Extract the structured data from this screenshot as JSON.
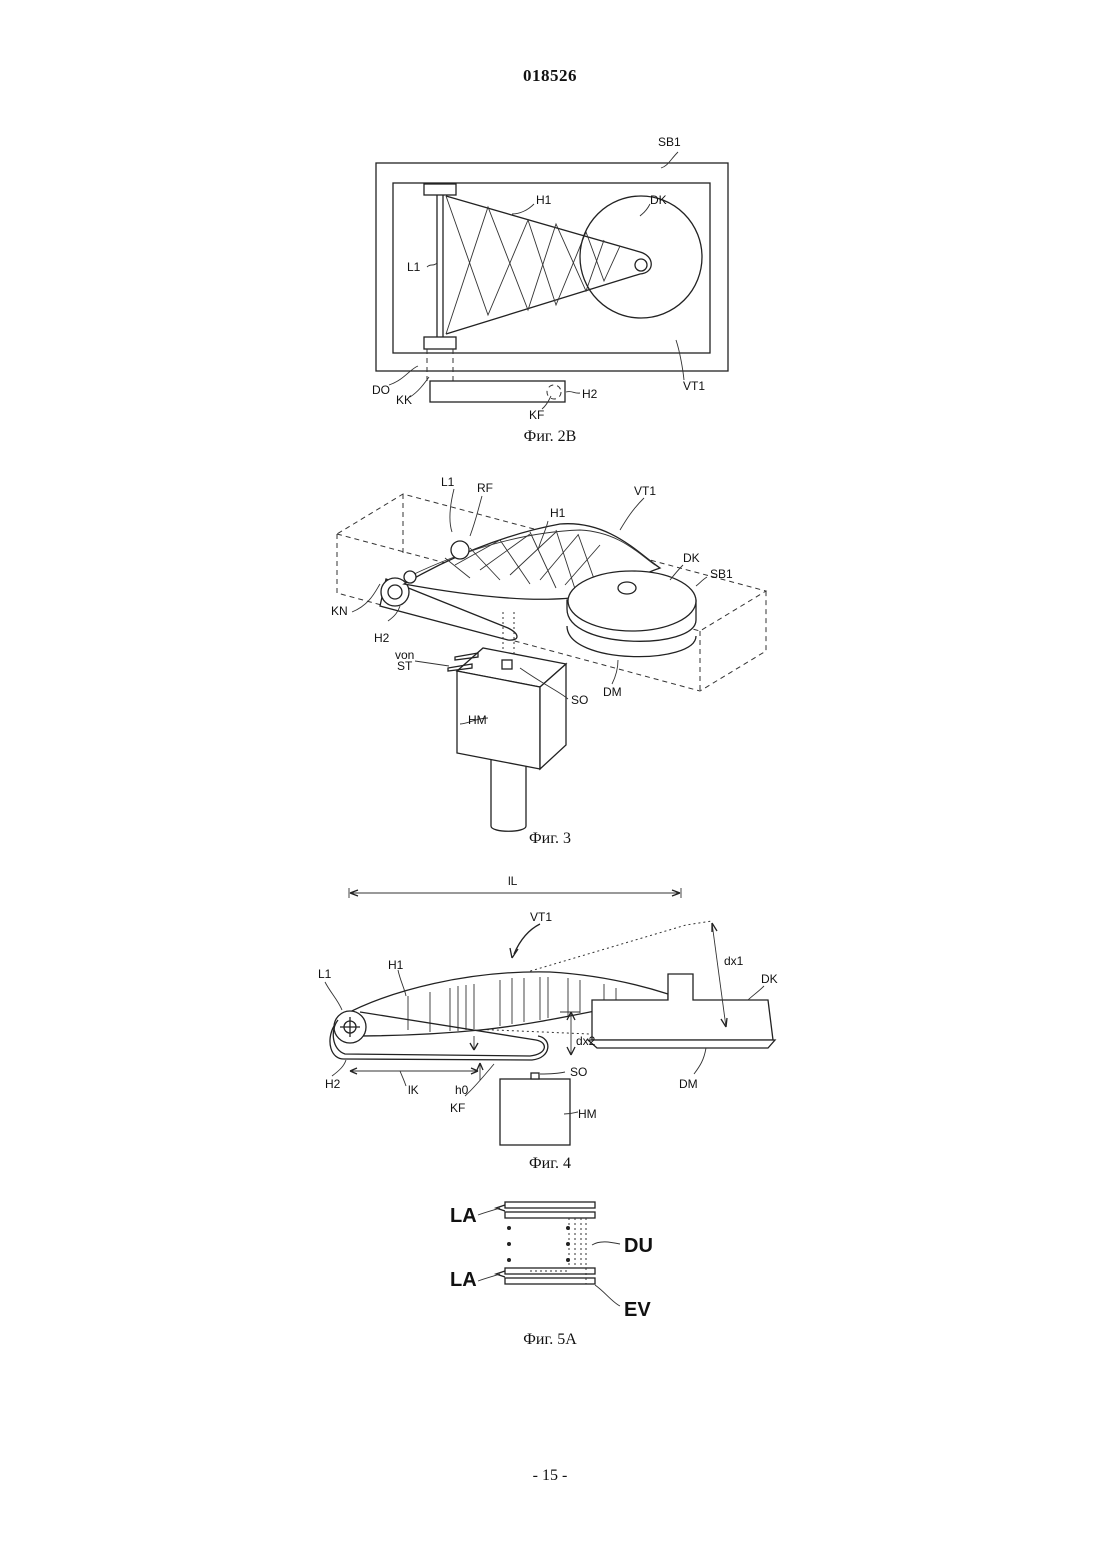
{
  "document_number": "018526",
  "page_number": "- 15 -",
  "figures": [
    {
      "caption": "Фиг. 2B",
      "labels": {
        "sb1": "SB1",
        "h1": "H1",
        "dk": "DK",
        "l1": "L1",
        "do": "DO",
        "kk": "KK",
        "kf": "KF",
        "h2": "H2",
        "vt1": "VT1"
      }
    },
    {
      "caption": "Фиг. 3",
      "labels": {
        "l1": "L1",
        "rf": "RF",
        "vt1": "VT1",
        "h1": "H1",
        "dk": "DK",
        "sb1": "SB1",
        "kn": "KN",
        "h2": "H2",
        "von": "von",
        "st": "ST",
        "so": "SO",
        "dm": "DM",
        "hm": "HM"
      }
    },
    {
      "caption": "Фиг. 4",
      "labels": {
        "il": "lL",
        "vt1": "VT1",
        "dx1": "dx1",
        "l1": "L1",
        "h1": "H1",
        "dk": "DK",
        "dx2": "dx2",
        "h2": "H2",
        "lk": "lK",
        "h0": "h0",
        "kf": "KF",
        "so": "SO",
        "dm": "DM",
        "hm": "HM"
      }
    },
    {
      "caption": "Фиг. 5A",
      "labels": {
        "la_top": "LA",
        "du": "DU",
        "la_bottom": "LA",
        "ev": "EV"
      }
    }
  ]
}
